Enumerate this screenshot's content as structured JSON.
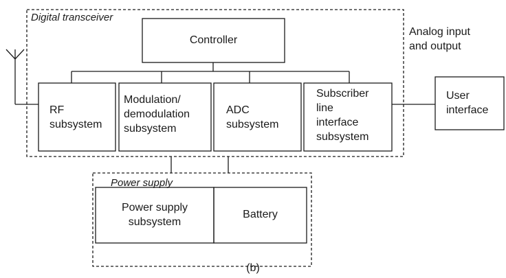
{
  "diagram": {
    "groups": {
      "digital_transceiver": "Digital transceiver",
      "power_supply": "Power supply"
    },
    "blocks": {
      "controller": "Controller",
      "rf_subsystem": "RF\nsubsystem",
      "modulation": "Modulation/\ndemodulation\nsubsystem",
      "adc": "ADC\nsubsystem",
      "subscriber_line": "Subscriber\nline\ninterface\nsubsystem",
      "user_interface": "User\ninterface",
      "power_supply_subsystem": "Power supply\nsubsystem",
      "battery": "Battery"
    },
    "annotations": {
      "analog_io": "Analog input\nand output"
    },
    "caption": "(b)"
  }
}
